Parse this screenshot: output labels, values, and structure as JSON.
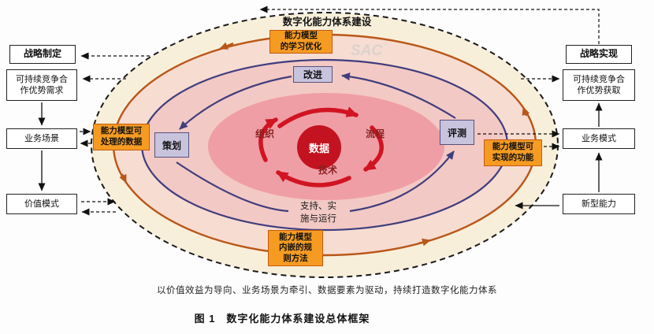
{
  "figure": {
    "caption": "图 1　数字化能力体系建设总体框架",
    "footnote": "以价值效益为导向、业务场景为牵引、数据要素为驱动，持续打造数字化能力体系",
    "system_label": "数字化能力体系建设",
    "watermark": "SAC"
  },
  "left_panel": {
    "title": "战略制定",
    "items": [
      "可持续竞争合\n作优势需求",
      "业务场景",
      "价值模式"
    ]
  },
  "right_panel": {
    "title": "战略实现",
    "items": [
      "可持续竞争合\n作优势获取",
      "业务模式",
      "新型能力"
    ]
  },
  "pdca": {
    "plan": "策划",
    "improve": "改进",
    "check": "评测",
    "do": "支持、实\n施与运行"
  },
  "capability_model": {
    "top": "能力模型\n的学习优化",
    "left": "能力模型可\n处理的数据",
    "right": "能力模型可\n实现的功能",
    "bottom": "能力模型\n内嵌的规\n则方法"
  },
  "core": {
    "data": "数据",
    "organization": "组织",
    "process": "流程",
    "technology": "技术"
  },
  "colors": {
    "outer_fill": "#f8efda",
    "ring2_fill": "#f7dcd2",
    "ring3_fill": "#f3c9c5",
    "core_fill": "#ef9ea6",
    "data_red": "#c41320",
    "orange_box": "#f59b22",
    "orange_border": "#c55a11",
    "loop_orange": "#b95718",
    "loop_purple": "#3f3e7e",
    "lavender_box": "#c9c4de"
  }
}
